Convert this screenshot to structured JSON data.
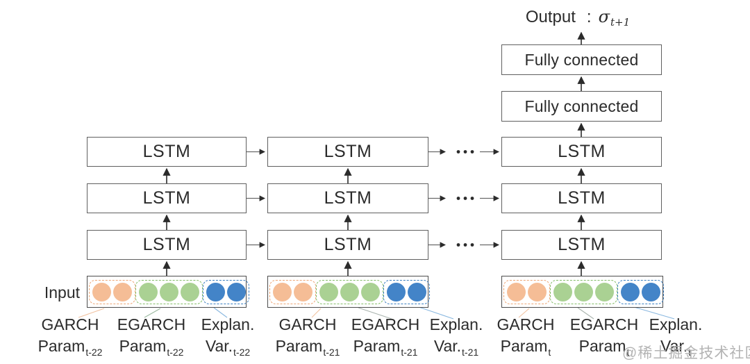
{
  "output": {
    "word": "Output",
    "colon": ":",
    "sigma": "σ",
    "subscript": "t+1"
  },
  "boxes": {
    "fully_connected": "Fully connected",
    "lstm": "LSTM"
  },
  "input": {
    "label": "Input"
  },
  "input_columns": [
    {
      "time": "t-22",
      "labels": [
        {
          "line1": "GARCH",
          "line2_base": "Param",
          "line2_sub": "t-22"
        },
        {
          "line1": "EGARCH",
          "line2_base": "Param",
          "line2_sub": "t-22"
        },
        {
          "line1": "Explan.",
          "line2_base": "Var.",
          "line2_sub": "t-22"
        }
      ]
    },
    {
      "time": "t-21",
      "labels": [
        {
          "line1": "GARCH",
          "line2_base": "Param",
          "line2_sub": "t-21"
        },
        {
          "line1": "EGARCH",
          "line2_base": "Param",
          "line2_sub": "t-21"
        },
        {
          "line1": "Explan.",
          "line2_base": "Var.",
          "line2_sub": "t-21"
        }
      ]
    },
    {
      "time": "t",
      "labels": [
        {
          "line1": "GARCH",
          "line2_base": "Param",
          "line2_sub": "t"
        },
        {
          "line1": "EGARCH",
          "line2_base": "Param",
          "line2_sub": "t"
        },
        {
          "line1": "Explan.",
          "line2_base": "Var.",
          "line2_sub": "t"
        }
      ]
    }
  ],
  "circle_groups": {
    "orange_count": 2,
    "green_count": 3,
    "blue_count": 2
  },
  "watermark": "@稀土掘金技术社区",
  "colors": {
    "orange": "#f5bd96",
    "green": "#aad193",
    "blue": "#4384c8",
    "orange-border": "#eda574",
    "green-border": "#84bd68",
    "blue-border": "#3a7ec0"
  }
}
